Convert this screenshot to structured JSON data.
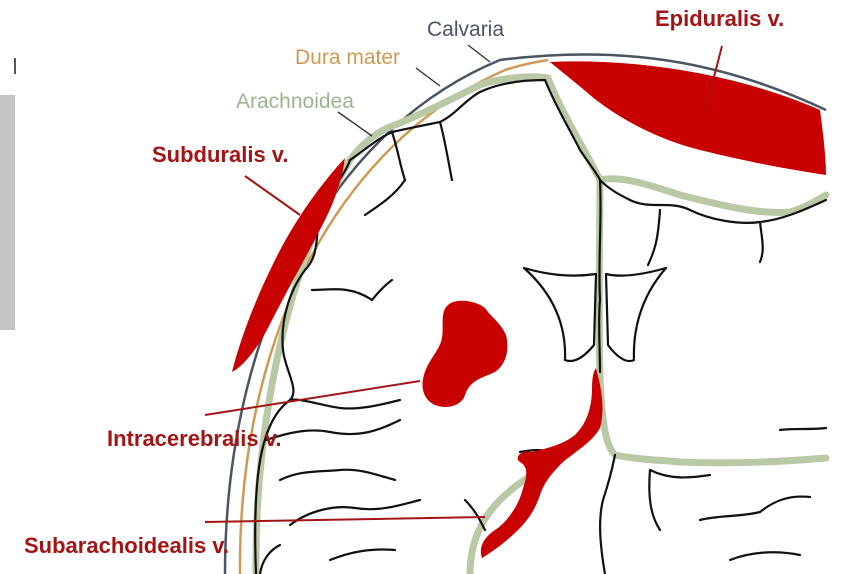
{
  "labels": {
    "calvaria": "Calvaria",
    "dura_mater": "Dura mater",
    "arachnoidea": "Arachnoidea",
    "epiduralis": "Epiduralis v.",
    "subduralis": "Subduralis v.",
    "intracerebralis": "Intracerebralis v.",
    "subarachnoidealis": "Subarachoidealis v."
  },
  "colors": {
    "hemorrhage": "#c80000",
    "label_red": "#a31515",
    "calvaria": "#4a5563",
    "dura_mater": "#cf9a55",
    "arachnoidea": "#b9c9a6",
    "sidebar_bar": "#c4c4c4"
  }
}
